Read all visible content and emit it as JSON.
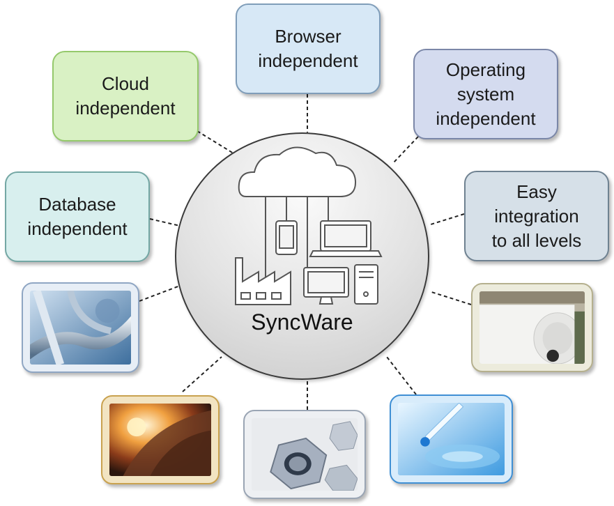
{
  "center": {
    "label": "SyncWare",
    "icons": [
      "cloud-icon",
      "phone-icon",
      "laptop-icon",
      "factory-icon",
      "desktop-icon"
    ]
  },
  "features": [
    {
      "id": "browser",
      "label": "Browser\nindependent",
      "bg": "#d7e8f6",
      "border": "#7f9db9"
    },
    {
      "id": "os",
      "label": "Operating\nsystem\nindependent",
      "bg": "#d4dbef",
      "border": "#7b87a8"
    },
    {
      "id": "cloud",
      "label": "Cloud\nindependent",
      "bg": "#d9f1c4",
      "border": "#95c96c"
    },
    {
      "id": "integration",
      "label": "Easy\nintegration\nto all levels",
      "bg": "#d6e0e8",
      "border": "#6f8291"
    },
    {
      "id": "database",
      "label": "Database\nindependent",
      "bg": "#d8efee",
      "border": "#74a7a4"
    }
  ],
  "photos": [
    {
      "id": "pipes",
      "subject": "industrial-pipes-photo",
      "border": "#8fa6c3"
    },
    {
      "id": "paper",
      "subject": "paper-roll-photo",
      "border": "#b5b08e"
    },
    {
      "id": "steel",
      "subject": "molten-steel-photo",
      "border": "#c9a24f"
    },
    {
      "id": "nuts",
      "subject": "hex-nuts-photo",
      "border": "#9aa5b4"
    },
    {
      "id": "pharma",
      "subject": "pipette-liquid-photo",
      "border": "#3f8fd4"
    }
  ]
}
